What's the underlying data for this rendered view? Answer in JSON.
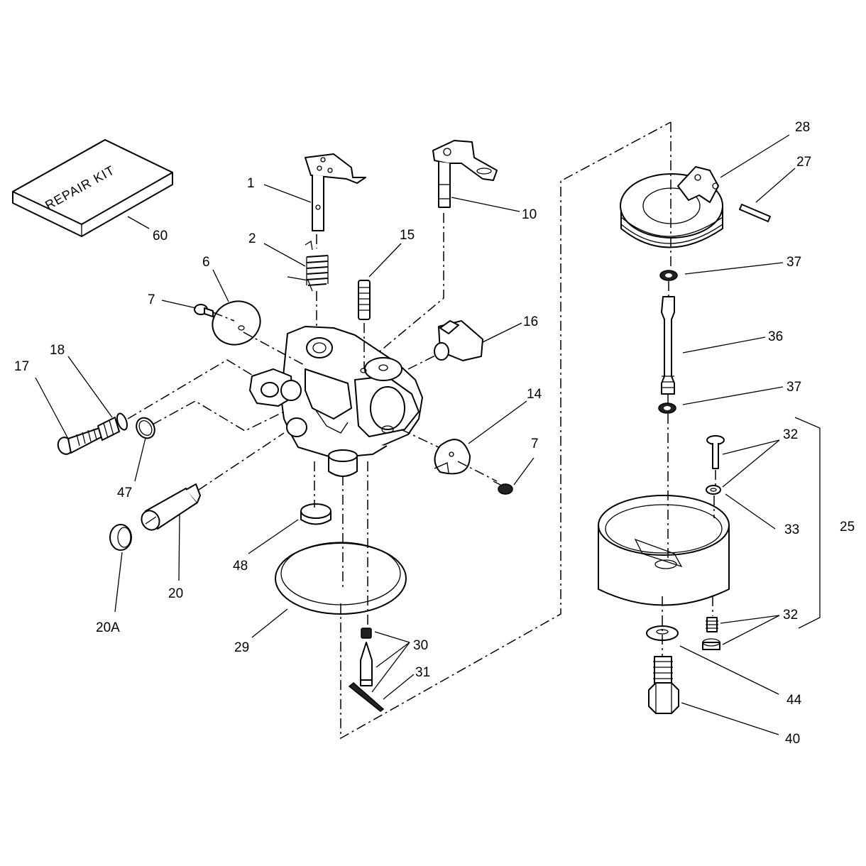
{
  "kit_label": "REPAIR KIT",
  "callouts": {
    "c1": "1",
    "c2": "2",
    "c6": "6",
    "c7a": "7",
    "c7b": "7",
    "c10": "10",
    "c14": "14",
    "c15": "15",
    "c16": "16",
    "c17": "17",
    "c18": "18",
    "c20": "20",
    "c20a": "20A",
    "c25": "25",
    "c27": "27",
    "c28": "28",
    "c29": "29",
    "c30": "30",
    "c31": "31",
    "c32a": "32",
    "c32b": "32",
    "c33": "33",
    "c36": "36",
    "c37a": "37",
    "c37b": "37",
    "c40": "40",
    "c44": "44",
    "c47": "47",
    "c48": "48",
    "c60": "60"
  }
}
